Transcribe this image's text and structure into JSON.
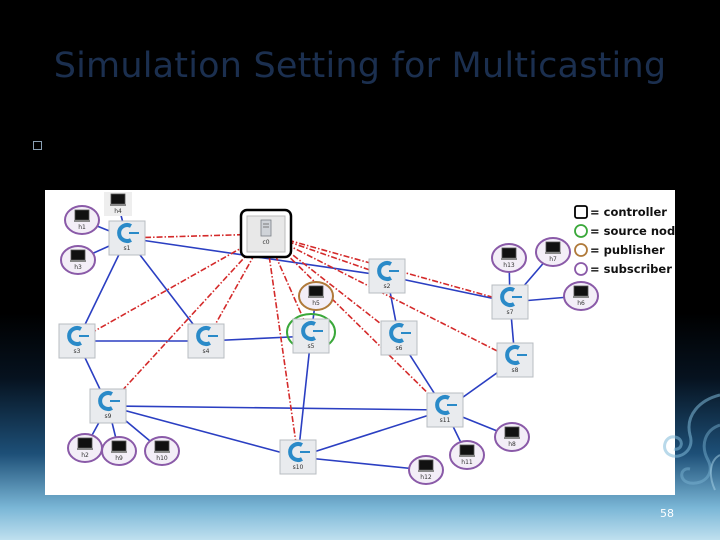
{
  "slide": {
    "title": "Simulation Setting for Multicasting",
    "page_number": "58"
  },
  "legend": {
    "items": [
      {
        "label": "= controller",
        "marker": "square",
        "color": "#000000"
      },
      {
        "label": "= source node",
        "marker": "circle",
        "color": "#3aa83a"
      },
      {
        "label": "=  publisher",
        "marker": "circle",
        "color": "#b07a3a"
      },
      {
        "label": "= subscriber",
        "marker": "circle",
        "color": "#8a5aa8"
      }
    ]
  },
  "colors": {
    "link": "#2b3fc2",
    "control_link": "#d42a2a",
    "controller_border": "#000000",
    "source_ring": "#3aa83a",
    "publisher_ring": "#b07a3a",
    "subscriber_ring": "#8a5aa8"
  },
  "nodes": [
    {
      "id": "c0",
      "type": "controller"
    },
    {
      "id": "s1",
      "type": "switch"
    },
    {
      "id": "s2",
      "type": "switch"
    },
    {
      "id": "s3",
      "type": "switch"
    },
    {
      "id": "s4",
      "type": "switch"
    },
    {
      "id": "s5",
      "type": "switch",
      "role": "source"
    },
    {
      "id": "s6",
      "type": "switch"
    },
    {
      "id": "s7",
      "type": "switch"
    },
    {
      "id": "s8",
      "type": "switch"
    },
    {
      "id": "s9",
      "type": "switch"
    },
    {
      "id": "s10",
      "type": "switch"
    },
    {
      "id": "s11",
      "type": "switch"
    },
    {
      "id": "h1",
      "type": "host",
      "role": "subscriber"
    },
    {
      "id": "h2",
      "type": "host",
      "role": "subscriber"
    },
    {
      "id": "h3",
      "type": "host",
      "role": "subscriber"
    },
    {
      "id": "h4",
      "type": "host"
    },
    {
      "id": "h5",
      "type": "host",
      "role": "publisher"
    },
    {
      "id": "h6",
      "type": "host",
      "role": "subscriber"
    },
    {
      "id": "h7",
      "type": "host",
      "role": "subscriber"
    },
    {
      "id": "h8",
      "type": "host",
      "role": "subscriber"
    },
    {
      "id": "h9",
      "type": "host",
      "role": "subscriber"
    },
    {
      "id": "h10",
      "type": "host",
      "role": "subscriber"
    },
    {
      "id": "h11",
      "type": "host",
      "role": "subscriber"
    },
    {
      "id": "h12",
      "type": "host",
      "role": "subscriber"
    },
    {
      "id": "h13",
      "type": "host",
      "role": "subscriber"
    }
  ],
  "links": [
    [
      "s1",
      "s3"
    ],
    [
      "s1",
      "s4"
    ],
    [
      "s1",
      "s2"
    ],
    [
      "s3",
      "s4"
    ],
    [
      "s3",
      "s9"
    ],
    [
      "s4",
      "s5"
    ],
    [
      "s2",
      "s6"
    ],
    [
      "s2",
      "s7"
    ],
    [
      "s7",
      "s8"
    ],
    [
      "s6",
      "s11"
    ],
    [
      "s5",
      "s10"
    ],
    [
      "s9",
      "s10"
    ],
    [
      "s9",
      "s11"
    ],
    [
      "s10",
      "s11"
    ],
    [
      "s8",
      "s11"
    ],
    [
      "s1",
      "h1"
    ],
    [
      "s1",
      "h3"
    ],
    [
      "s1",
      "h4"
    ],
    [
      "s5",
      "h5"
    ],
    [
      "s7",
      "h13"
    ],
    [
      "s7",
      "h7"
    ],
    [
      "s7",
      "h6"
    ],
    [
      "s9",
      "h2"
    ],
    [
      "s9",
      "h9"
    ],
    [
      "s9",
      "h10"
    ],
    [
      "s10",
      "h12"
    ],
    [
      "s11",
      "h11"
    ],
    [
      "s11",
      "h8"
    ]
  ],
  "control_links": [
    [
      "c0",
      "s1"
    ],
    [
      "c0",
      "s2"
    ],
    [
      "c0",
      "s3"
    ],
    [
      "c0",
      "s4"
    ],
    [
      "c0",
      "s5"
    ],
    [
      "c0",
      "s6"
    ],
    [
      "c0",
      "s7"
    ],
    [
      "c0",
      "s8"
    ],
    [
      "c0",
      "s9"
    ],
    [
      "c0",
      "s10"
    ],
    [
      "c0",
      "s11"
    ]
  ]
}
